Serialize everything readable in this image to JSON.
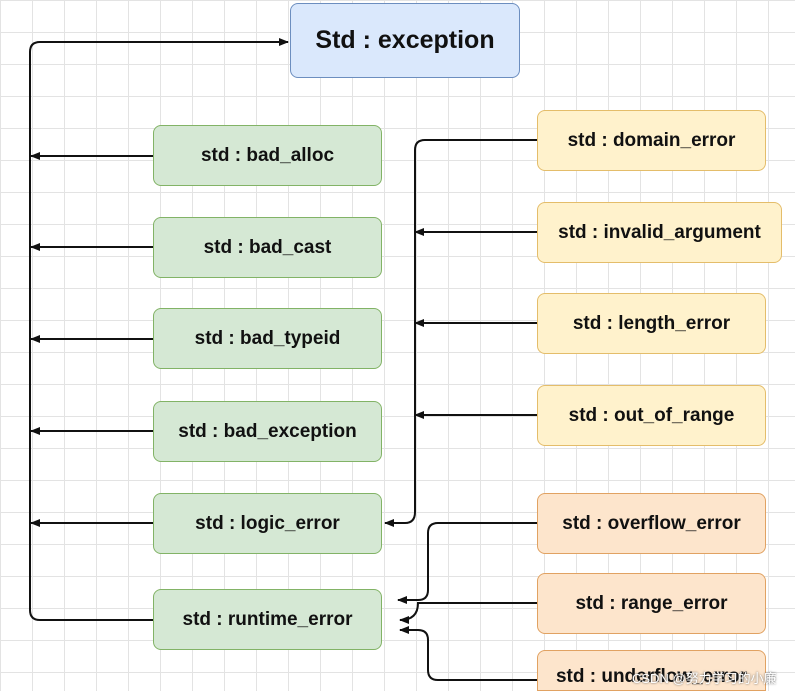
{
  "root": {
    "label": "Std : exception"
  },
  "left_nodes": [
    {
      "label": "std : bad_alloc"
    },
    {
      "label": "std : bad_cast"
    },
    {
      "label": "std : bad_typeid"
    },
    {
      "label": "std : bad_exception"
    },
    {
      "label": "std : logic_error"
    },
    {
      "label": "std : runtime_error"
    }
  ],
  "logic_children": [
    {
      "label": "std : domain_error"
    },
    {
      "label": "std : invalid_argument"
    },
    {
      "label": "std : length_error"
    },
    {
      "label": "std : out_of_range"
    }
  ],
  "runtime_children": [
    {
      "label": "std : overflow_error"
    },
    {
      "label": "std : range_error"
    },
    {
      "label": "std : underflow_error"
    }
  ],
  "watermark": "CSDN @努力学习的小廉",
  "colors": {
    "root_fill": "#dae8fc",
    "base_fill": "#d5e8d4",
    "logic_child_fill": "#fff2cc",
    "runtime_child_fill": "#fde5cc",
    "line": "#111111"
  }
}
